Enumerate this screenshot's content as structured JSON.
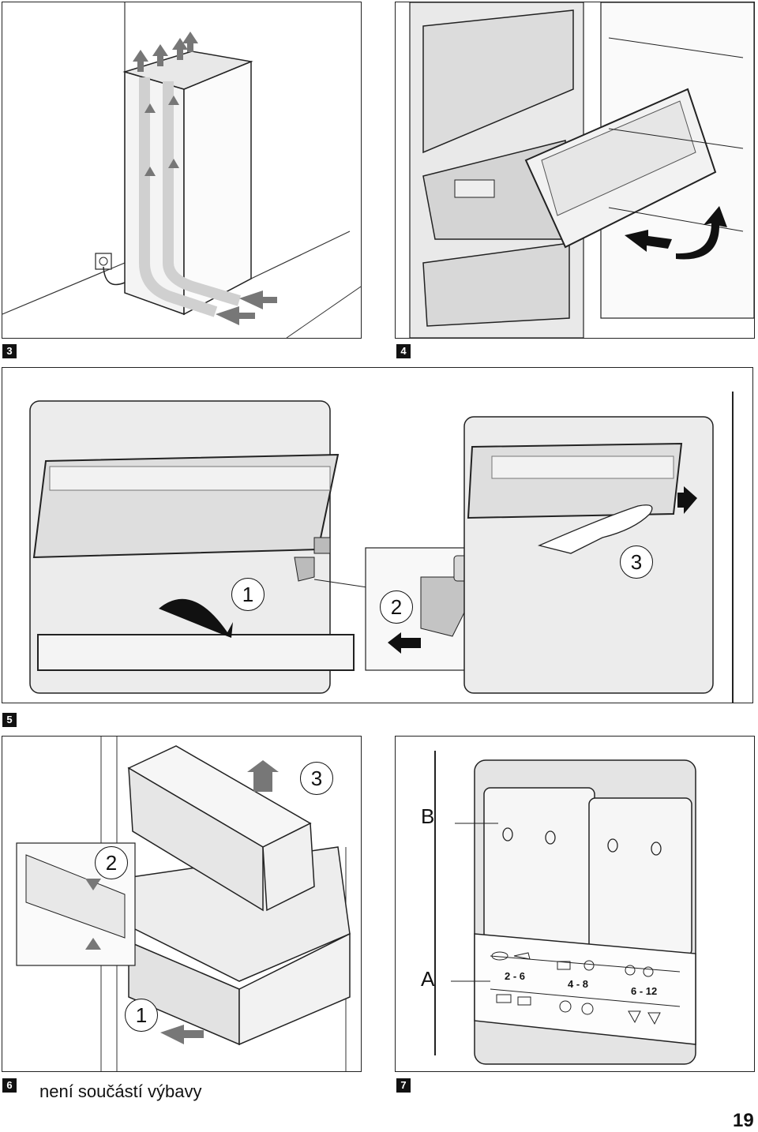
{
  "figures": {
    "fig3": {
      "number": "3"
    },
    "fig4": {
      "number": "4"
    },
    "fig5": {
      "number": "5",
      "callouts": [
        "1",
        "2",
        "3"
      ]
    },
    "fig6": {
      "number": "6",
      "callouts": [
        "1",
        "2",
        "3"
      ],
      "caption": "není součástí výbavy"
    },
    "fig7": {
      "number": "7",
      "labels": [
        "A",
        "B"
      ],
      "panel_values": [
        "2 - 6",
        "4 - 8",
        "6 - 12"
      ]
    }
  },
  "page_number": "19",
  "icons": [
    "air-flow-arrow-icon",
    "power-socket-icon",
    "direction-arrow-icon",
    "food-symbol-icon"
  ]
}
